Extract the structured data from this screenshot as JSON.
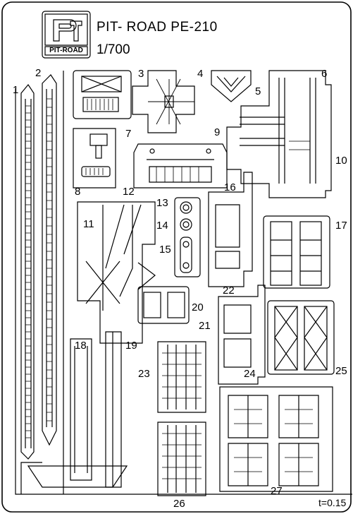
{
  "brand": {
    "logo_text": "PIT-ROAD"
  },
  "header": {
    "title": "PIT- ROAD PE-210",
    "scale": "1/700"
  },
  "thickness": "t=0.15",
  "parts": [
    {
      "n": "1"
    },
    {
      "n": "2"
    },
    {
      "n": "3"
    },
    {
      "n": "4"
    },
    {
      "n": "5"
    },
    {
      "n": "6"
    },
    {
      "n": "7"
    },
    {
      "n": "8"
    },
    {
      "n": "9"
    },
    {
      "n": "10"
    },
    {
      "n": "11"
    },
    {
      "n": "12"
    },
    {
      "n": "13"
    },
    {
      "n": "14"
    },
    {
      "n": "15"
    },
    {
      "n": "16"
    },
    {
      "n": "17"
    },
    {
      "n": "18"
    },
    {
      "n": "19"
    },
    {
      "n": "20"
    },
    {
      "n": "21"
    },
    {
      "n": "22"
    },
    {
      "n": "23"
    },
    {
      "n": "24"
    },
    {
      "n": "25"
    },
    {
      "n": "26"
    },
    {
      "n": "27"
    }
  ]
}
